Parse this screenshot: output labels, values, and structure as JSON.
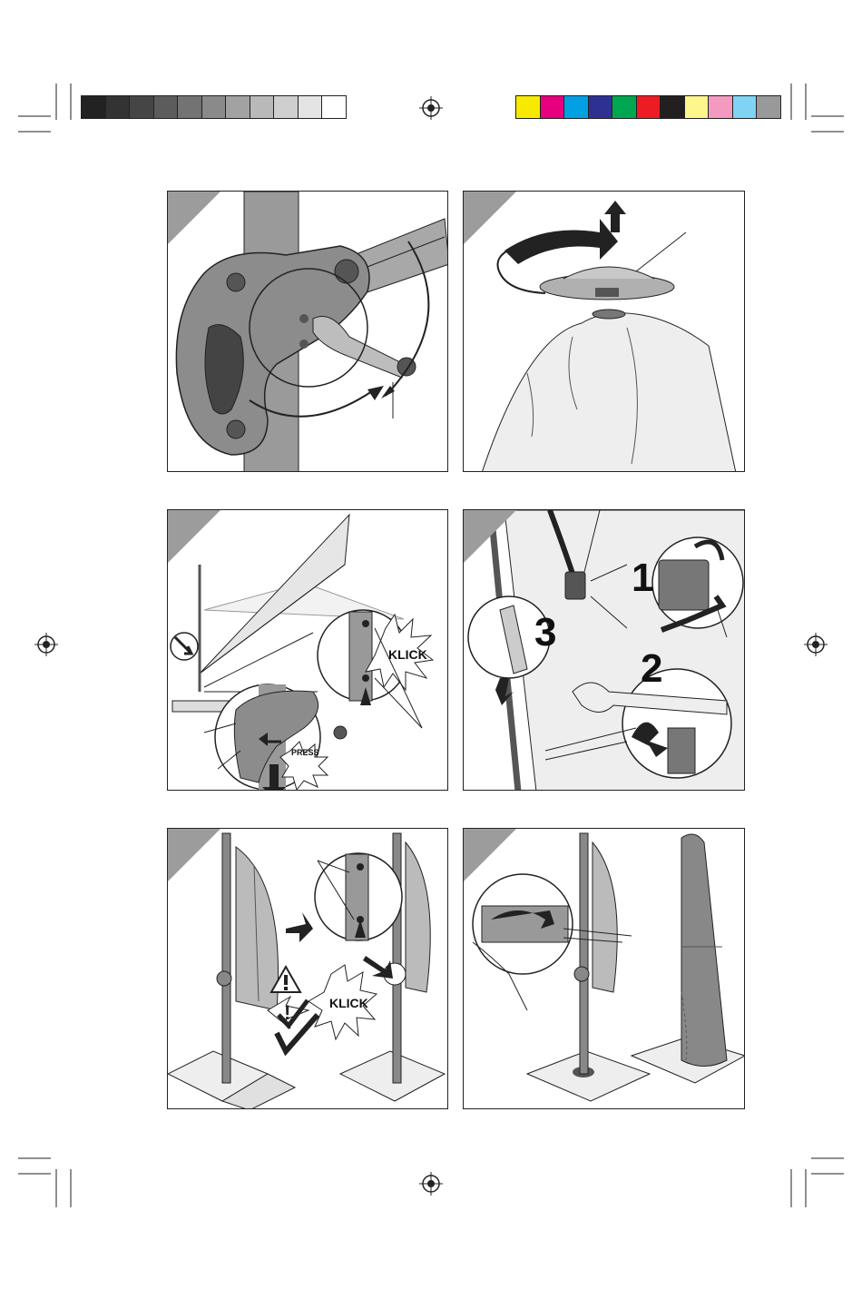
{
  "color_bars": {
    "grayscale": [
      "#222222",
      "#333333",
      "#454545",
      "#5c5c5c",
      "#737373",
      "#8a8a8a",
      "#a2a2a2",
      "#b9b9b9",
      "#cfcfcf",
      "#e4e4e4",
      "#ffffff"
    ],
    "process": [
      "#f7ea00",
      "#e6007e",
      "#00a0e3",
      "#2e3192",
      "#00a650",
      "#ed1c24",
      "#231f20",
      "#fff58d",
      "#f49ac1",
      "#7fd4f4",
      "#999999"
    ]
  },
  "panels": [
    {
      "labels": []
    },
    {
      "labels": []
    },
    {
      "labels": [
        "KLICK",
        "PRESS"
      ]
    },
    {
      "labels": [
        "1",
        "2",
        "3"
      ]
    },
    {
      "labels": [
        "KLICK"
      ]
    },
    {
      "labels": []
    }
  ],
  "icons": {
    "registration_mark": "crosshair-circle",
    "warning": "warning-triangle",
    "check": "check-mark"
  }
}
